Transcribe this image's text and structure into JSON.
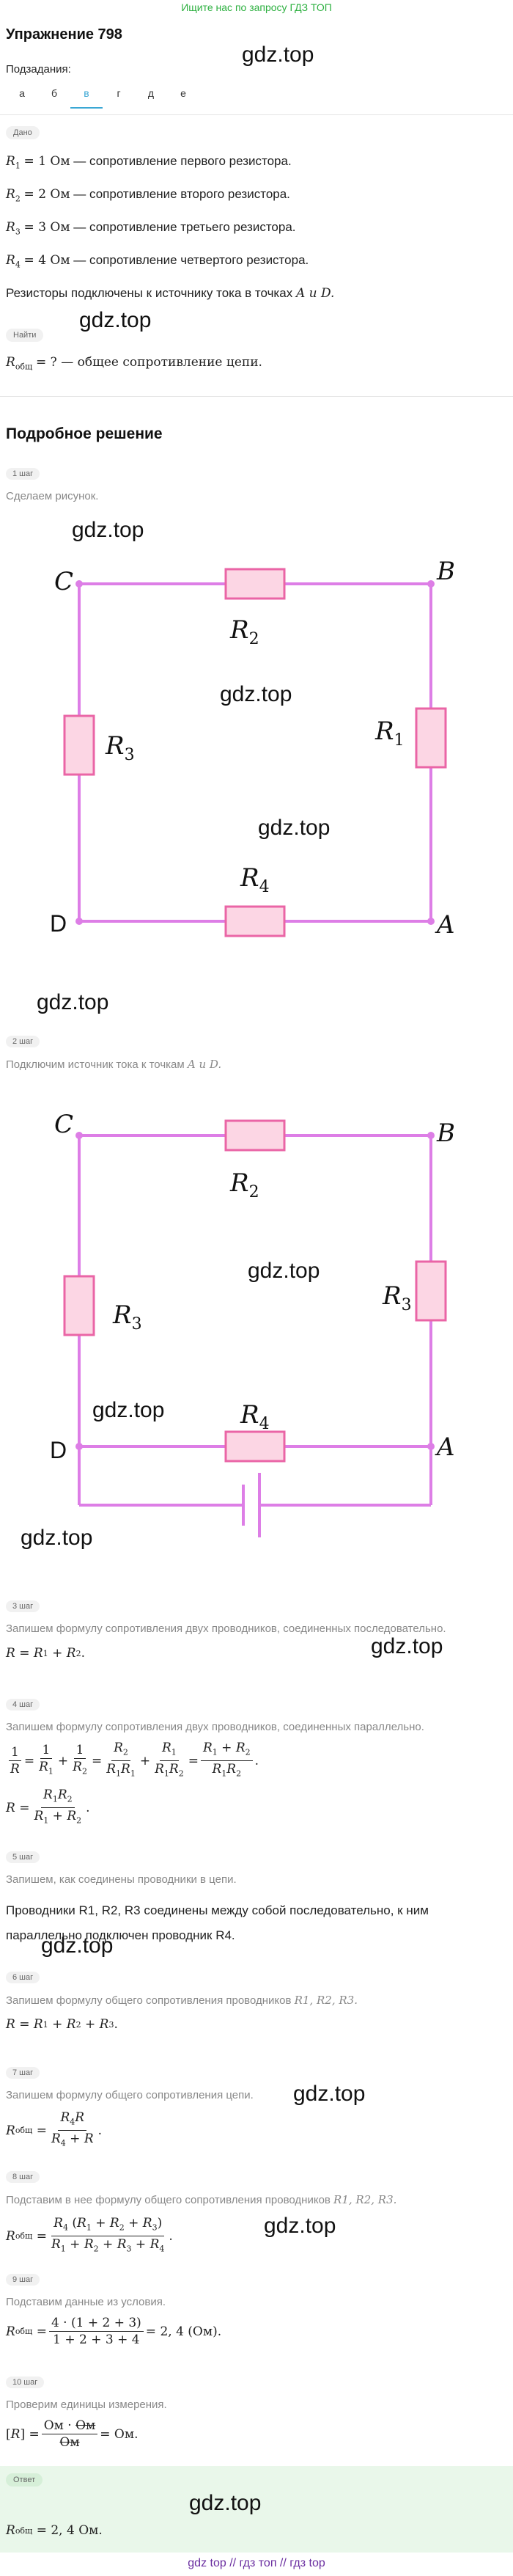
{
  "topbar": "Ищите нас по запросу ГДЗ ТОП",
  "title": "Упражнение 798",
  "watermark": "gdz.top",
  "subtasks_label": "Подзадания:",
  "tabs": [
    "а",
    "б",
    "в",
    "г",
    "д",
    "е"
  ],
  "active_tab": "в",
  "given_label": "Дано",
  "given": [
    {
      "sym": "R",
      "sub": "1",
      "val": "= 1 Ом",
      "text": " — сопротивление первого резистора."
    },
    {
      "sym": "R",
      "sub": "2",
      "val": "= 2 Ом",
      "text": " — сопротивление второго резистора."
    },
    {
      "sym": "R",
      "sub": "3",
      "val": "= 3 Ом",
      "text": " — сопротивление третьего резистора."
    },
    {
      "sym": "R",
      "sub": "4",
      "val": "= 4 Ом",
      "text": " — сопротивление четвертого резистора."
    }
  ],
  "given_note": "Резисторы подключены к источнику тока в точках ",
  "given_note_pts": "A и D.",
  "find_label": "Найти",
  "find_sym": "R",
  "find_sub": "общ",
  "find_text": "= ? — общее сопротивление цепи.",
  "solution_title": "Подробное решение",
  "steps": [
    {
      "label": "1 шаг",
      "text": "Сделаем рисунок."
    },
    {
      "label": "2 шаг",
      "text": "Подключим источник тока к точкам ",
      "math": "A и D."
    },
    {
      "label": "3 шаг",
      "text": "Запишем формулу сопротивления двух проводников, соединенных последовательно."
    },
    {
      "label": "4 шаг",
      "text": "Запишем формулу сопротивления двух проводников, соединенных параллельно."
    },
    {
      "label": "5 шаг",
      "text": "Запишем, как соединены проводники в цепи."
    },
    {
      "label": "6 шаг",
      "text": "Запишем формулу общего сопротивления проводников ",
      "math": "R1, R2, R3."
    },
    {
      "label": "7 шаг",
      "text": "Запишем формулу общего сопротивления цепи."
    },
    {
      "label": "8 шаг",
      "text": "Подставим в нее формулу общего сопротивления проводников ",
      "math": "R1, R2, R3."
    },
    {
      "label": "9 шаг",
      "text": "Подставим данные из условия."
    },
    {
      "label": "10 шаг",
      "text": "Проверим единицы измерения."
    }
  ],
  "diagram_labels": {
    "C": "C",
    "B": "B",
    "D": "D",
    "A": "A",
    "R1": "R",
    "R2": "R",
    "R3": "R",
    "R4": "R",
    "s1": "1",
    "s2": "2",
    "s3": "3",
    "s4": "4"
  },
  "step5_text": "Проводники R1, R2, R3 соединены между собой последовательно, к ним параллельно подключен проводник R4.",
  "answer_label": "Ответ",
  "answer": "= 2, 4 Ом.",
  "bottom_links": "gdz top // гдз топ // гдз top",
  "colors": {
    "wire": "#dd7ee6",
    "resistor_fill": "#fcd6e4",
    "resistor_stroke": "#ea65a6",
    "accent": "#3aa7d4"
  }
}
